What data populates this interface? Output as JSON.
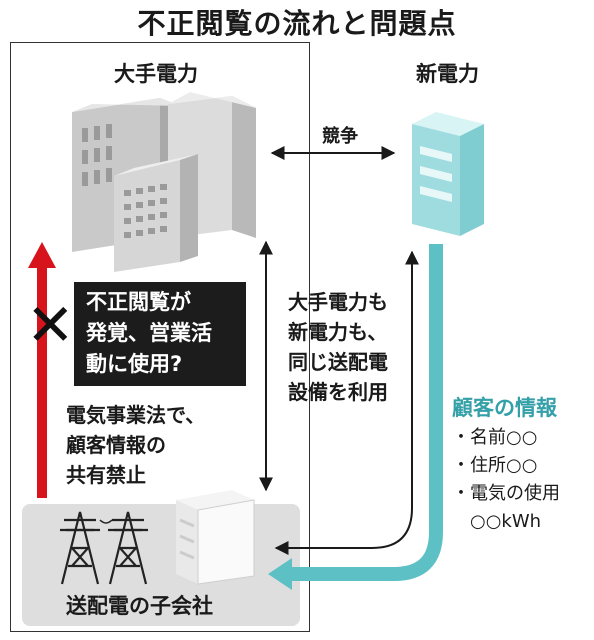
{
  "title": "不正閲覧の流れと問題点",
  "incumbent": {
    "label": "大手電力"
  },
  "newcomer": {
    "label": "新電力"
  },
  "competition_label": "競争",
  "alert": {
    "lines": [
      "不正閲覧が",
      "発覚、営業活",
      "動に使用?"
    ]
  },
  "law_note": {
    "lines": [
      "電気事業法で、",
      "顧客情報の",
      "共有禁止"
    ]
  },
  "shared_note": {
    "lines": [
      "大手電力も",
      "新電力も、",
      "同じ送配電",
      "設備を利用"
    ]
  },
  "subsidiary": {
    "label": "送配電の子会社"
  },
  "customer_info": {
    "title": "顧客の情報",
    "items": [
      "・名前○○",
      "・住所○○",
      "・電気の使用",
      "　○○kWh"
    ]
  },
  "colors": {
    "red_arrow": "#d7141b",
    "teal": "#5cc0c5",
    "building_gray": "#cfcfcf",
    "building_teal": "#bfe9ea"
  },
  "icons": [
    "office-building-icon",
    "tower-icon",
    "x-mark-icon",
    "pylon-icon"
  ]
}
